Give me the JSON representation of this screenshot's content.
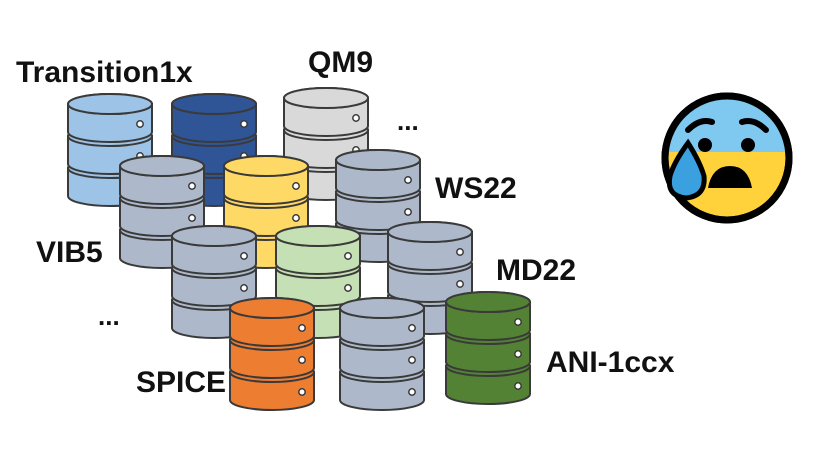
{
  "colors": {
    "transition1x": "#9DC3E6",
    "dark_blue": "#2F5597",
    "qm9": "#D9D9D9",
    "grey_blue": "#ADB9CA",
    "yellow": "#FFD966",
    "light_green": "#C5E0B4",
    "orange": "#ED7D31",
    "dark_green": "#548235",
    "outline": "#3A3A3A",
    "emoji_face": "#FFD23C",
    "emoji_forehead": "#7FC8F0",
    "emoji_drop": "#3AA0E0"
  },
  "labels": {
    "transition1x": "Transition1x",
    "qm9": "QM9",
    "ws22": "WS22",
    "vib5": "VIB5",
    "md22": "MD22",
    "spice": "SPICE",
    "ani1ccx": "ANI-1ccx",
    "ellipsis": "..."
  },
  "emoji": {
    "name": "anxious-face-with-sweat-icon"
  }
}
